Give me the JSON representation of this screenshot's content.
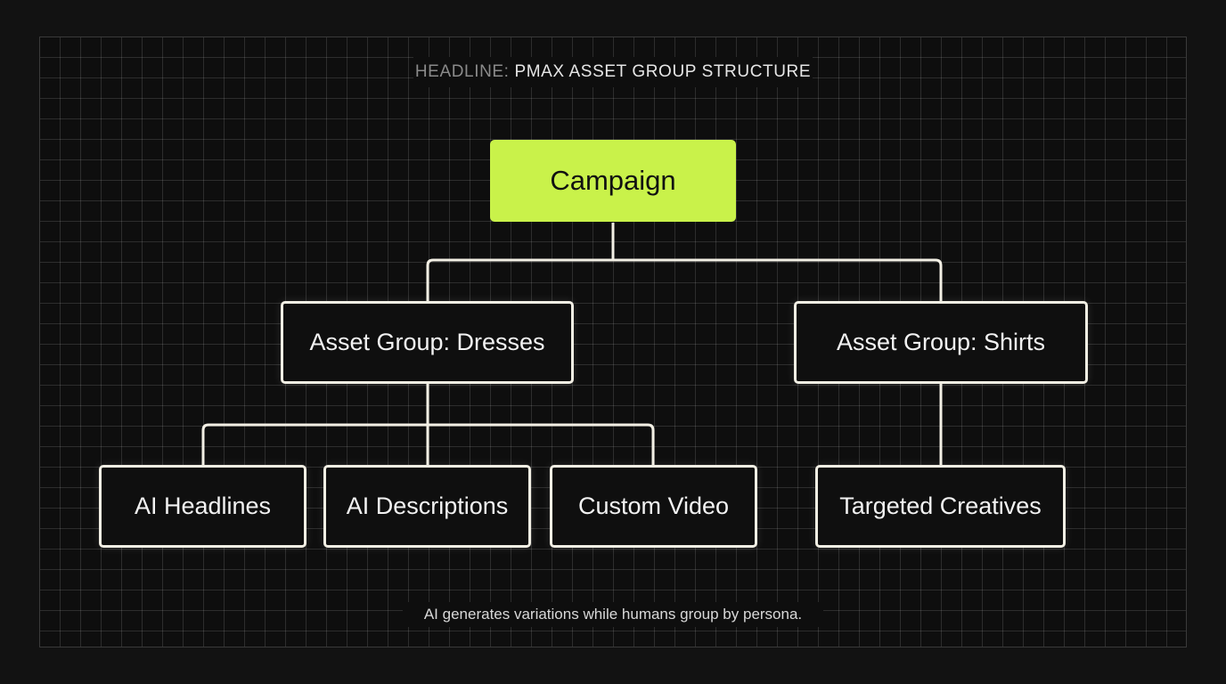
{
  "headline": {
    "prefix": "HEADLINE:",
    "title": "PMAX ASSET GROUP STRUCTURE"
  },
  "nodes": {
    "campaign": "Campaign",
    "dresses": "Asset Group: Dresses",
    "shirts": "Asset Group: Shirts",
    "ai_headlines": "AI Headlines",
    "ai_descriptions": "AI Descriptions",
    "custom_video": "Custom Video",
    "targeted_creatives": "Targeted Creatives"
  },
  "caption": "AI generates variations while humans group by persona.",
  "colors": {
    "background": "#121212",
    "root_fill": "#c9f24a",
    "node_border": "#f2efe4",
    "node_fill": "#0f0f0f"
  }
}
